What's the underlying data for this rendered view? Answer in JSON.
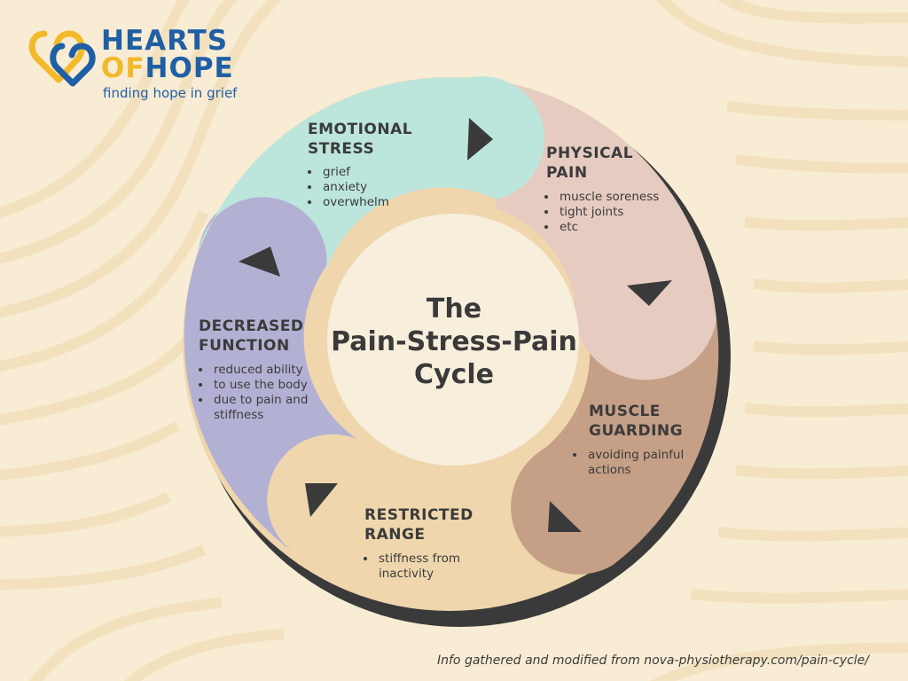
{
  "logo": {
    "line1": "HEARTS",
    "line2_of": "OF",
    "line2_hope": "HOPE",
    "tagline": "finding hope in grief",
    "icon": "interlocking-hearts-icon"
  },
  "center_title": {
    "line1": "The",
    "line2": "Pain-Stress-Pain",
    "line3": "Cycle"
  },
  "stages": [
    {
      "id": "emotional-stress",
      "title_line1": "EMOTIONAL",
      "title_line2": "STRESS",
      "items": [
        "grief",
        "anxiety",
        "overwhelm"
      ],
      "color": "#bce5dc"
    },
    {
      "id": "physical-pain",
      "title_line1": "PHYSICAL",
      "title_line2": "PAIN",
      "items": [
        "muscle soreness",
        "tight joints",
        "etc"
      ],
      "color": "#e6cbc0"
    },
    {
      "id": "muscle-guarding",
      "title_line1": "MUSCLE",
      "title_line2": "GUARDING",
      "items": [
        "avoiding painful actions"
      ],
      "color": "#c59f86"
    },
    {
      "id": "restricted-range",
      "title_line1": "RESTRICTED",
      "title_line2": "RANGE",
      "items": [
        "stiffness from inactivity"
      ],
      "color": "#efd6ac"
    },
    {
      "id": "decreased-function",
      "title_line1": "DECREASED",
      "title_line2": "FUNCTION",
      "items": [
        "reduced ability",
        "to use the body",
        "due to pain and stiffness"
      ],
      "color": "#b3b1d3"
    }
  ],
  "colors": {
    "background": "#f8ecd4",
    "ring_shadow": "#3a3a3a",
    "center_disc": "#f7eedc",
    "arrow": "#3a3a3a",
    "logo_blue": "#1f5fa5",
    "logo_yellow": "#f2b92a"
  },
  "credit": "Info gathered and modified from nova-physiotherapy.com/pain-cycle/"
}
